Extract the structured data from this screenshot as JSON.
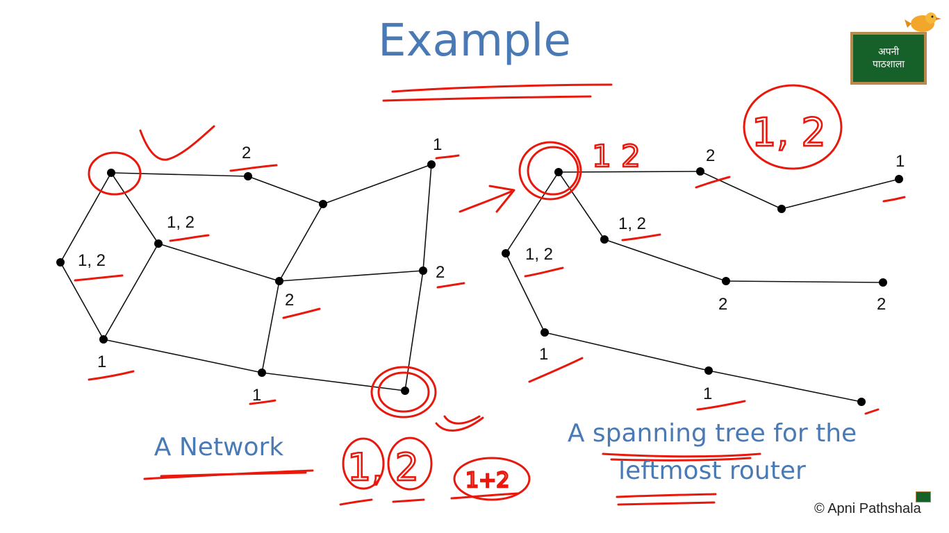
{
  "slide": {
    "title": "Example",
    "caption_left": "A Network",
    "caption_right_line1": "A spanning tree for the",
    "caption_right_line2": "leftmost router",
    "footer": "© Apni Pathshala",
    "logo_line1": "अपनी",
    "logo_line2": "पाठशाला"
  },
  "network": {
    "labels": [
      "2",
      "1",
      "1, 2",
      "1, 2",
      "2",
      "2",
      "1",
      "1"
    ]
  },
  "spanning_tree": {
    "labels": [
      "2",
      "1",
      "1, 2",
      "1, 2",
      "2",
      "2",
      "1",
      "1"
    ]
  },
  "annotations": {
    "hand_1_2_top": "1, 2",
    "hand_1_2_bottom": "1, 2",
    "hand_1_plus_2": "1+2",
    "hand_12_near_root": "1 2"
  },
  "colors": {
    "title": "#4a7ab5",
    "ink": "#e8180c",
    "logo_board": "#16612a"
  }
}
